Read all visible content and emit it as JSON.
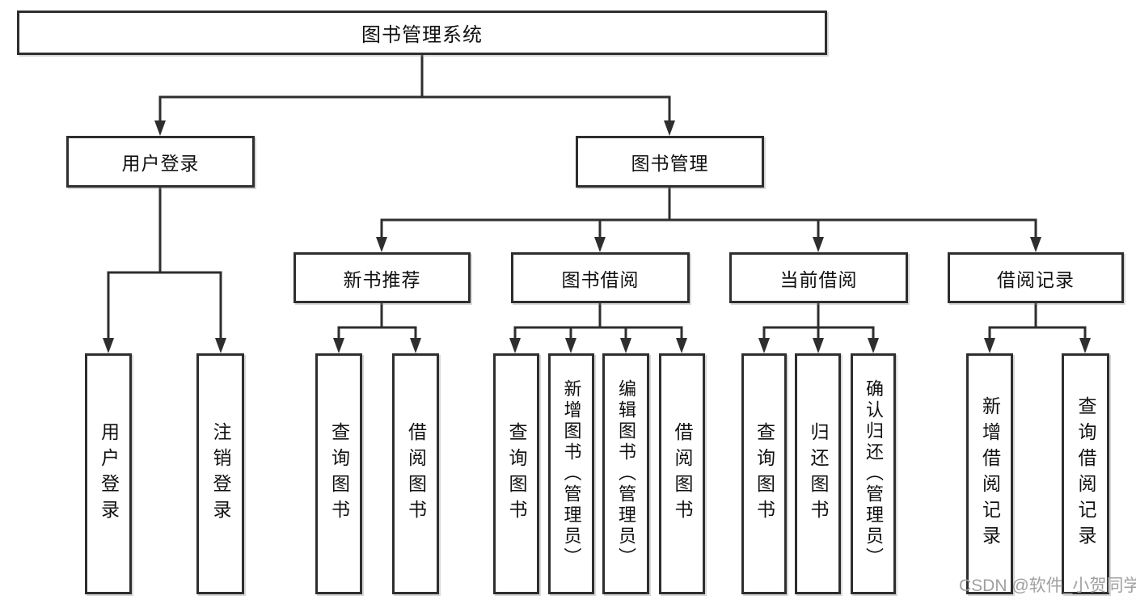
{
  "diagram": {
    "title": "图书管理系统",
    "root": {
      "label": "图书管理系统"
    },
    "level2": [
      {
        "label": "用户登录",
        "children": [
          {
            "label": "用户登录"
          },
          {
            "label": "注销登录"
          }
        ]
      },
      {
        "label": "图书管理",
        "children": [
          {
            "label": "新书推荐",
            "children": [
              {
                "label": "查询图书"
              },
              {
                "label": "借阅图书"
              }
            ]
          },
          {
            "label": "图书借阅",
            "children": [
              {
                "label": "查询图书"
              },
              {
                "label": "新增图书（管理员）"
              },
              {
                "label": "编辑图书（管理员）"
              },
              {
                "label": "借阅图书"
              }
            ]
          },
          {
            "label": "当前借阅",
            "children": [
              {
                "label": "查询图书"
              },
              {
                "label": "归还图书"
              },
              {
                "label": "确认归还（管理员）"
              }
            ]
          },
          {
            "label": "借阅记录",
            "children": [
              {
                "label": "新增借阅记录"
              },
              {
                "label": "查询借阅记录"
              }
            ]
          }
        ]
      }
    ]
  },
  "watermark": {
    "text": "CSDN @软件_小贺同学",
    "color": "#a0a0a0"
  },
  "colors": {
    "line": "#2e2e2e",
    "border": "#2e2e2e",
    "text": "#111111",
    "background": "#ffffff"
  }
}
